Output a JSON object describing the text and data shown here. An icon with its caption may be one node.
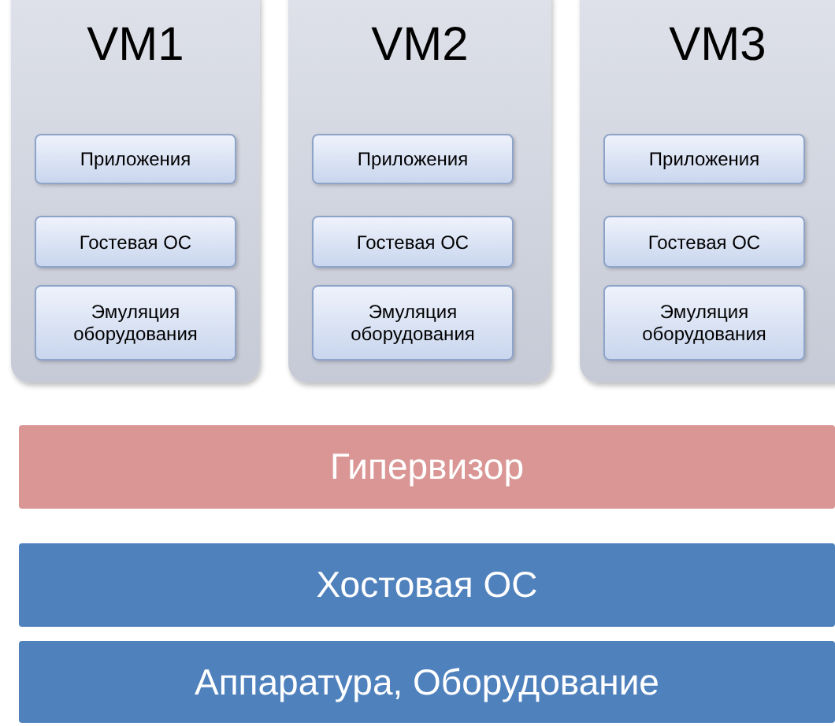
{
  "diagram": {
    "nodes": [
      {
        "text": [
          "VM1"
        ]
      },
      {
        "text": [
          "Приложения"
        ],
        "in": 0
      },
      {
        "text": [
          "Гостевая ОС"
        ],
        "in": 0
      },
      {
        "text": [
          "Эмуляция оборудования"
        ],
        "in": 0
      },
      {
        "text": [
          "VM2"
        ]
      },
      {
        "text": [
          "Приложения"
        ],
        "in": 4
      },
      {
        "text": [
          "Гостевая ОС"
        ],
        "in": 4
      },
      {
        "text": [
          "Эмуляция оборудования"
        ],
        "in": 4
      },
      {
        "text": [
          "VM3"
        ]
      },
      {
        "text": [
          "Приложения"
        ],
        "in": 8
      },
      {
        "text": [
          "Гостевая ОС"
        ],
        "in": 8
      },
      {
        "text": [
          "Эмуляция оборудования"
        ],
        "in": 8
      },
      {
        "text": [
          "Гипервизор"
        ]
      },
      {
        "text": [
          "Хостовая ОС"
        ]
      },
      {
        "text": [
          "Аппаратура, Оборудование"
        ]
      }
    ]
  }
}
